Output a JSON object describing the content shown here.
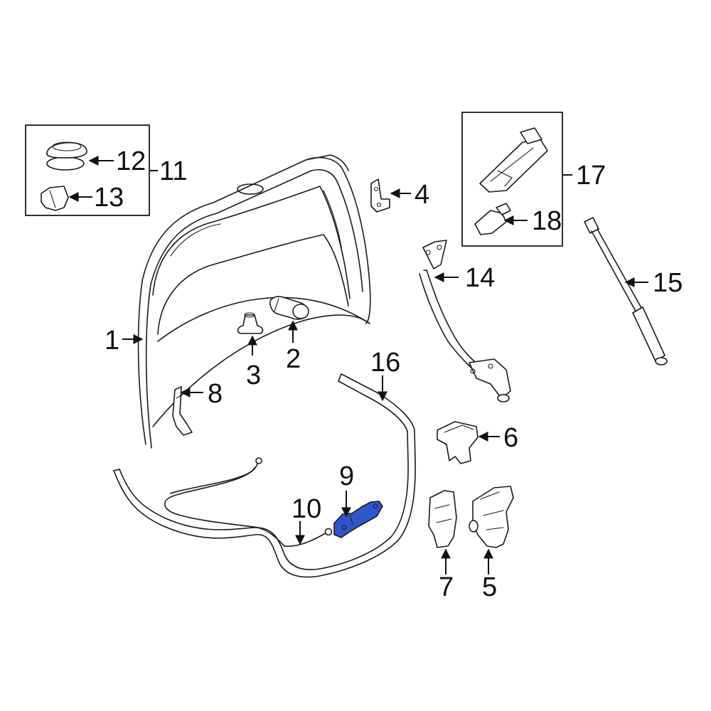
{
  "highlight_color": "#2f57c9",
  "callouts": {
    "c1": "1",
    "c2": "2",
    "c3": "3",
    "c4": "4",
    "c5": "5",
    "c6": "6",
    "c7": "7",
    "c8": "8",
    "c9": "9",
    "c10": "10",
    "c11": "11",
    "c12": "12",
    "c13": "13",
    "c14": "14",
    "c15": "15",
    "c16": "16",
    "c17": "17",
    "c18": "18"
  }
}
